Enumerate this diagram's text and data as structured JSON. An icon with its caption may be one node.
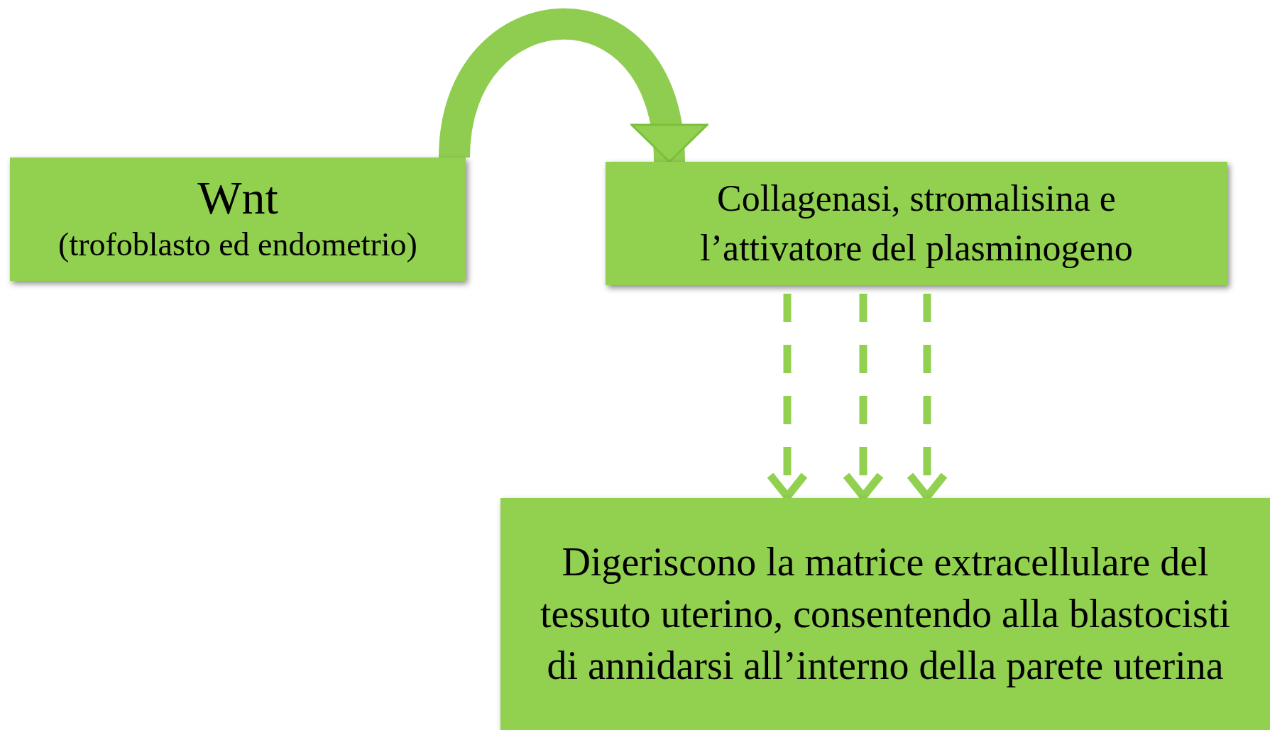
{
  "diagram": {
    "nodes": [
      {
        "text": [
          "Wnt",
          "(trofoblasto ed endometrio)"
        ]
      },
      {
        "text": [
          "Collagenasi, stromalisina e l’attivatore del plasminogeno"
        ]
      },
      {
        "text": [
          "Digeriscono la matrice extracellulare del tessuto uterino, consentendo alla blastocisti di annidarsi all’interno della parete uterina"
        ]
      }
    ],
    "edges": [
      {
        "from": 0,
        "to": 1,
        "arrow": "to",
        "style": "thick"
      },
      {
        "from": 1,
        "to": 2,
        "arrow": "to",
        "style": "dashed"
      },
      {
        "from": 1,
        "to": 2,
        "arrow": "to",
        "style": "dashed"
      },
      {
        "from": 1,
        "to": 2,
        "arrow": "to",
        "style": "dashed"
      }
    ]
  }
}
